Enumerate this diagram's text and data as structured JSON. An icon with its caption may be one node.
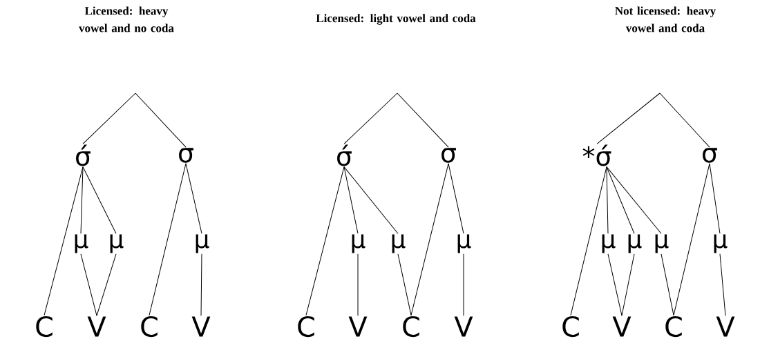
{
  "diagram": {
    "nodes": [
      {
        "text": [
          "σ́"
        ]
      },
      {
        "text": [
          "σ"
        ]
      },
      {
        "text": [
          "μ"
        ]
      },
      {
        "text": [
          "μ"
        ]
      },
      {
        "text": [
          "μ"
        ]
      },
      {
        "text": [
          "C"
        ]
      },
      {
        "text": [
          "V"
        ]
      },
      {
        "text": [
          "C"
        ]
      },
      {
        "text": [
          "V"
        ]
      },
      {
        "text": [
          "σ́"
        ]
      },
      {
        "text": [
          "σ"
        ]
      },
      {
        "text": [
          "μ"
        ]
      },
      {
        "text": [
          "μ"
        ]
      },
      {
        "text": [
          "μ"
        ]
      },
      {
        "text": [
          "C"
        ]
      },
      {
        "text": [
          "V"
        ]
      },
      {
        "text": [
          "C"
        ]
      },
      {
        "text": [
          "V"
        ]
      },
      {
        "text": [
          "*σ́"
        ]
      },
      {
        "text": [
          "σ"
        ]
      },
      {
        "text": [
          "μ"
        ]
      },
      {
        "text": [
          "μ"
        ]
      },
      {
        "text": [
          "μ"
        ]
      },
      {
        "text": [
          "μ"
        ]
      },
      {
        "text": [
          "C"
        ]
      },
      {
        "text": [
          "V"
        ]
      },
      {
        "text": [
          "C"
        ]
      },
      {
        "text": [
          "V"
        ]
      }
    ],
    "edges": [
      {
        "from": null,
        "to": 0,
        "arrow": "none"
      },
      {
        "from": null,
        "to": 1,
        "arrow": "none"
      },
      {
        "from": 0,
        "to": 5,
        "arrow": "none"
      },
      {
        "from": 0,
        "to": 2,
        "arrow": "none"
      },
      {
        "from": 0,
        "to": 3,
        "arrow": "none"
      },
      {
        "from": 2,
        "to": 6,
        "arrow": "none"
      },
      {
        "from": 3,
        "to": 6,
        "arrow": "none"
      },
      {
        "from": 1,
        "to": 7,
        "arrow": "none"
      },
      {
        "from": 1,
        "to": 4,
        "arrow": "none"
      },
      {
        "from": 4,
        "to": 8,
        "arrow": "none"
      },
      {
        "from": null,
        "to": 9,
        "arrow": "none"
      },
      {
        "from": null,
        "to": 10,
        "arrow": "none"
      },
      {
        "from": 9,
        "to": 14,
        "arrow": "none"
      },
      {
        "from": 9,
        "to": 11,
        "arrow": "none"
      },
      {
        "from": 9,
        "to": 12,
        "arrow": "none"
      },
      {
        "from": 11,
        "to": 15,
        "arrow": "none"
      },
      {
        "from": 12,
        "to": 16,
        "arrow": "none"
      },
      {
        "from": 10,
        "to": 16,
        "arrow": "none"
      },
      {
        "from": 10,
        "to": 13,
        "arrow": "none"
      },
      {
        "from": 13,
        "to": 17,
        "arrow": "none"
      },
      {
        "from": null,
        "to": 18,
        "arrow": "none"
      },
      {
        "from": null,
        "to": 19,
        "arrow": "none"
      },
      {
        "from": 18,
        "to": 24,
        "arrow": "none"
      },
      {
        "from": 18,
        "to": 20,
        "arrow": "none"
      },
      {
        "from": 18,
        "to": 21,
        "arrow": "none"
      },
      {
        "from": 18,
        "to": 22,
        "arrow": "none"
      },
      {
        "from": 20,
        "to": 25,
        "arrow": "none"
      },
      {
        "from": 21,
        "to": 25,
        "arrow": "none"
      },
      {
        "from": 22,
        "to": 26,
        "arrow": "none"
      },
      {
        "from": 19,
        "to": 26,
        "arrow": "none"
      },
      {
        "from": 19,
        "to": 23,
        "arrow": "none"
      },
      {
        "from": 23,
        "to": 27,
        "arrow": "none"
      }
    ],
    "labels": [
      "Licensed: heavy vowel and no coda",
      "Licensed: light vowel and coda",
      "Not licensed: heavy vowel and coda"
    ]
  }
}
